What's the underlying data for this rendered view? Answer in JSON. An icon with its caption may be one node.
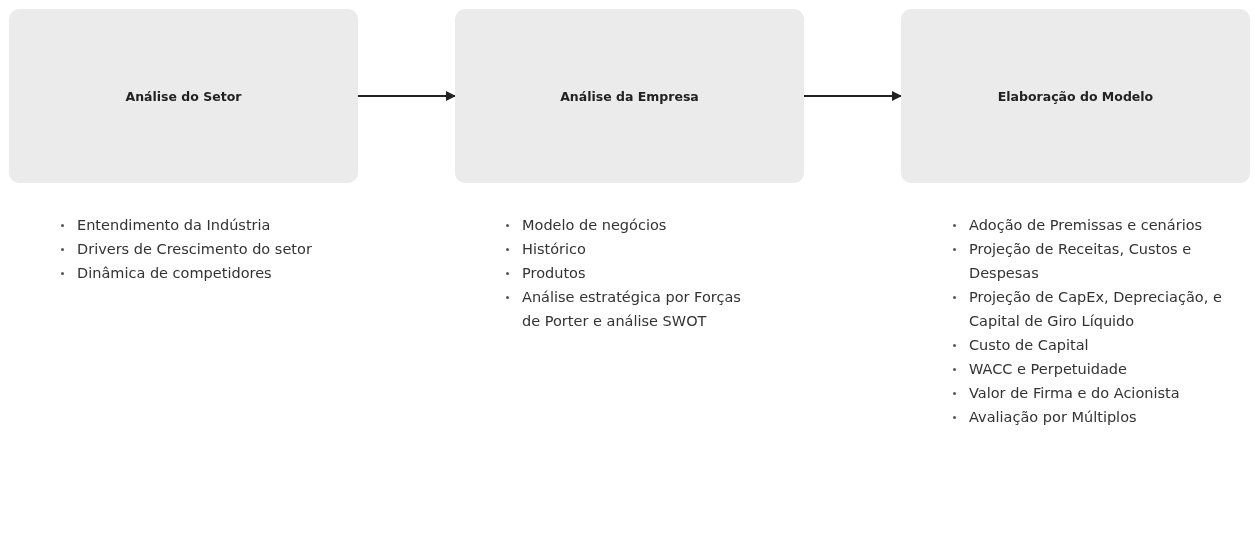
{
  "diagram": {
    "nodes": [
      {
        "text": [
          "Análise do Setor"
        ],
        "beside": [
          "Entendimento da Indústria",
          "Drivers de Crescimento do setor",
          "Dinâmica de competidores"
        ]
      },
      {
        "text": [
          "Análise da Empresa"
        ],
        "beside": [
          "Modelo de negócios",
          "Histórico",
          "Produtos",
          "Análise estratégica por Forças de Porter e análise SWOT"
        ]
      },
      {
        "text": [
          "Elaboração do Modelo"
        ],
        "beside": [
          "Adoção de Premissas e cenários",
          "Projeção de Receitas, Custos e Despesas",
          "Projeção de CapEx, Depreciação, e Capital de Giro Líquido",
          "Custo de Capital",
          "WACC e Perpetuidade",
          "Valor de Firma e do Acionista",
          "Avaliação por Múltiplos"
        ]
      }
    ],
    "edges": [
      {
        "from": 0,
        "to": 1,
        "arrow": "to"
      },
      {
        "from": 1,
        "to": 2,
        "arrow": "to"
      }
    ]
  }
}
